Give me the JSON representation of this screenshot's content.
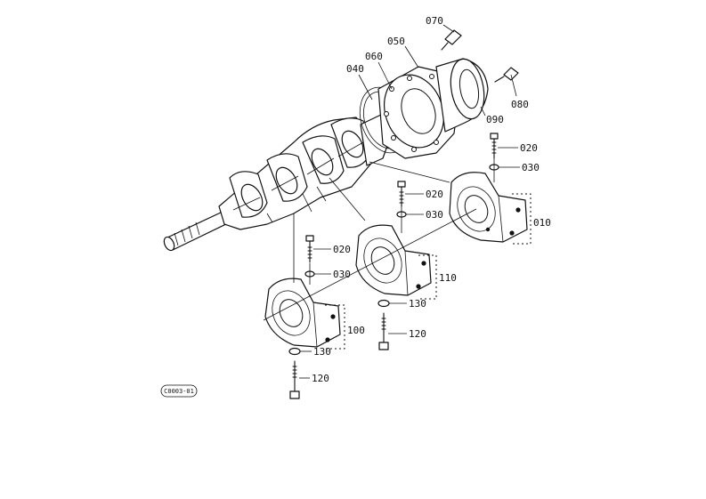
{
  "diagram": {
    "callouts": {
      "p010": "010",
      "p020a": "020",
      "p020b": "020",
      "p020c": "020",
      "p030a": "030",
      "p030b": "030",
      "p030c": "030",
      "p040": "040",
      "p050": "050",
      "p060": "060",
      "p070": "070",
      "p080": "080",
      "p090": "090",
      "p100": "100",
      "p110": "110",
      "p120a": "120",
      "p120b": "120",
      "p130a": "130",
      "p130b": "130"
    },
    "figure_code": "C0003-01"
  }
}
